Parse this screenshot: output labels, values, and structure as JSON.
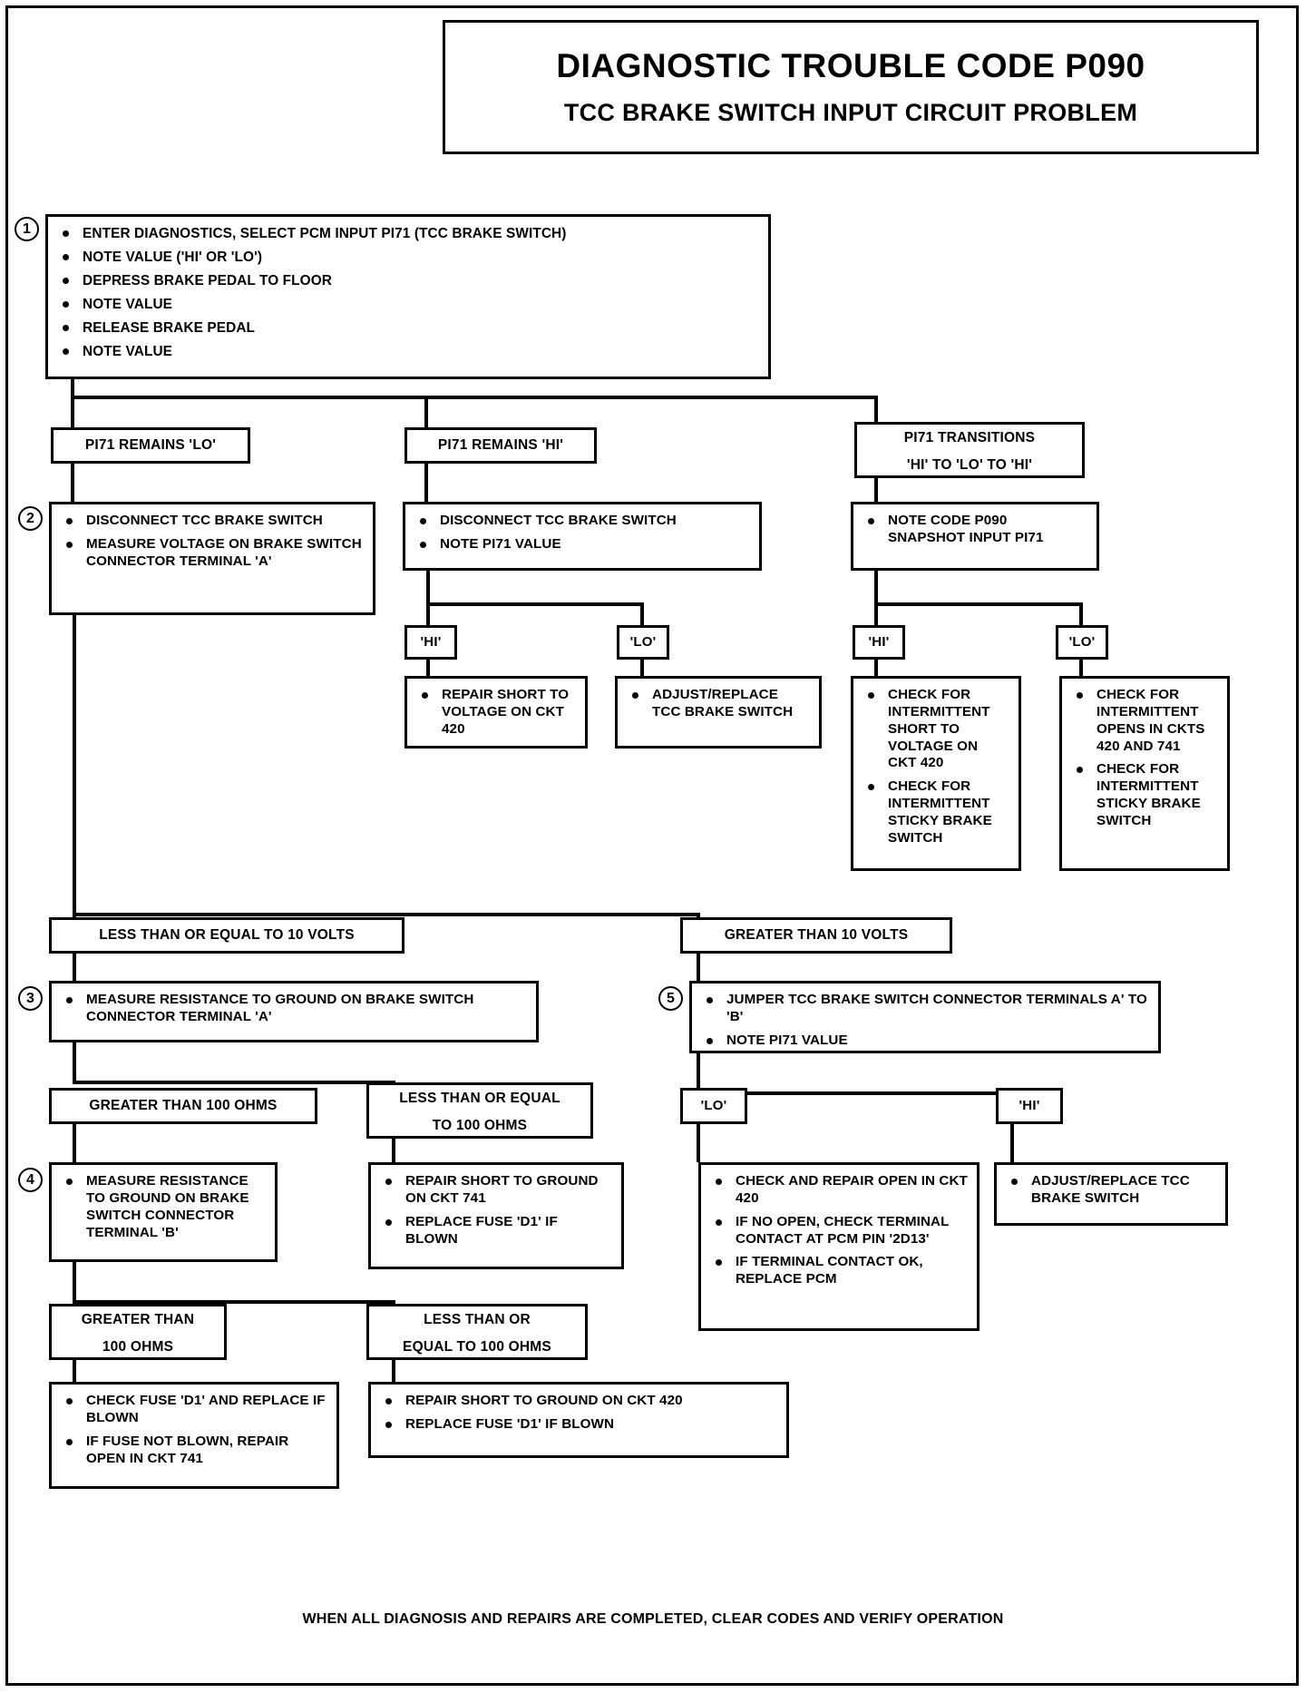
{
  "title": {
    "line1": "DIAGNOSTIC TROUBLE CODE P090",
    "line2": "TCC BRAKE SWITCH INPUT CIRCUIT PROBLEM"
  },
  "steps": {
    "s1": "1",
    "s2": "2",
    "s3": "3",
    "s4": "4",
    "s5": "5"
  },
  "step1": {
    "bullets": [
      "ENTER DIAGNOSTICS, SELECT PCM INPUT PI71 (TCC BRAKE SWITCH)",
      "NOTE VALUE ('HI' OR 'LO')",
      "DEPRESS BRAKE PEDAL TO FLOOR",
      "NOTE VALUE",
      "RELEASE BRAKE PEDAL",
      "NOTE VALUE"
    ]
  },
  "branches": {
    "lo": "PI71 REMAINS 'LO'",
    "hi": "PI71 REMAINS 'HI'",
    "trans_l1": "PI71 TRANSITIONS",
    "trans_l2": "'HI' TO 'LO' TO 'HI'"
  },
  "step2_left": {
    "bullets": [
      "DISCONNECT TCC BRAKE SWITCH",
      "MEASURE VOLTAGE ON BRAKE SWITCH CONNECTOR TERMINAL 'A'"
    ]
  },
  "step2_mid": {
    "bullets": [
      "DISCONNECT TCC BRAKE SWITCH",
      "NOTE PI71 VALUE"
    ]
  },
  "step2_right": {
    "bullets": [
      "NOTE CODE P090 SNAPSHOT INPUT PI71"
    ]
  },
  "hilo": {
    "hi": "'HI'",
    "lo": "'LO'"
  },
  "mid_hi_result": {
    "bullets": [
      "REPAIR SHORT TO VOLTAGE ON CKT 420"
    ]
  },
  "mid_lo_result": {
    "bullets": [
      "ADJUST/REPLACE TCC BRAKE SWITCH"
    ]
  },
  "right_hi_result": {
    "bullets": [
      "CHECK FOR INTERMITTENT SHORT TO VOLTAGE ON CKT 420",
      "CHECK FOR INTERMITTENT STICKY BRAKE SWITCH"
    ]
  },
  "right_lo_result": {
    "bullets": [
      "CHECK FOR INTERMITTENT OPENS IN CKTS 420 AND 741",
      "CHECK FOR INTERMITTENT STICKY BRAKE SWITCH"
    ]
  },
  "volts": {
    "le10": "LESS THAN OR EQUAL TO 10 VOLTS",
    "gt10": "GREATER THAN 10 VOLTS"
  },
  "step3": {
    "bullets": [
      "MEASURE RESISTANCE TO GROUND ON BRAKE SWITCH CONNECTOR TERMINAL 'A'"
    ]
  },
  "step5": {
    "bullets": [
      "JUMPER TCC BRAKE SWITCH CONNECTOR TERMINALS A' TO 'B'",
      "NOTE PI71 VALUE"
    ]
  },
  "ohms3": {
    "gt100": "GREATER THAN 100 OHMS",
    "le100_l1": "LESS THAN OR EQUAL",
    "le100_l2": "TO 100 OHMS"
  },
  "step4": {
    "bullets": [
      "MEASURE RESISTANCE TO GROUND ON BRAKE SWITCH CONNECTOR TERMINAL 'B'"
    ]
  },
  "step3_le_result": {
    "bullets": [
      "REPAIR SHORT TO GROUND ON CKT 741",
      "REPLACE FUSE 'D1' IF BLOWN"
    ]
  },
  "step5_lo_result": {
    "bullets": [
      "CHECK AND REPAIR OPEN IN CKT 420",
      "IF NO OPEN, CHECK TERMINAL CONTACT AT PCM PIN '2D13'",
      "IF TERMINAL CONTACT OK, REPLACE PCM"
    ]
  },
  "step5_hi_result": {
    "bullets": [
      "ADJUST/REPLACE TCC BRAKE SWITCH"
    ]
  },
  "ohms4": {
    "gt100_l1": "GREATER THAN",
    "gt100_l2": "100 OHMS",
    "le100_l1": "LESS THAN OR",
    "le100_l2": "EQUAL TO 100 OHMS"
  },
  "step4_gt_result": {
    "bullets": [
      "CHECK FUSE 'D1' AND REPLACE IF BLOWN",
      "IF FUSE NOT BLOWN, REPAIR OPEN IN CKT 741"
    ]
  },
  "step4_le_result": {
    "bullets": [
      "REPAIR SHORT TO GROUND ON CKT 420",
      "REPLACE FUSE 'D1' IF BLOWN"
    ]
  },
  "footer": "WHEN ALL DIAGNOSIS AND REPAIRS ARE COMPLETED, CLEAR CODES AND VERIFY OPERATION"
}
